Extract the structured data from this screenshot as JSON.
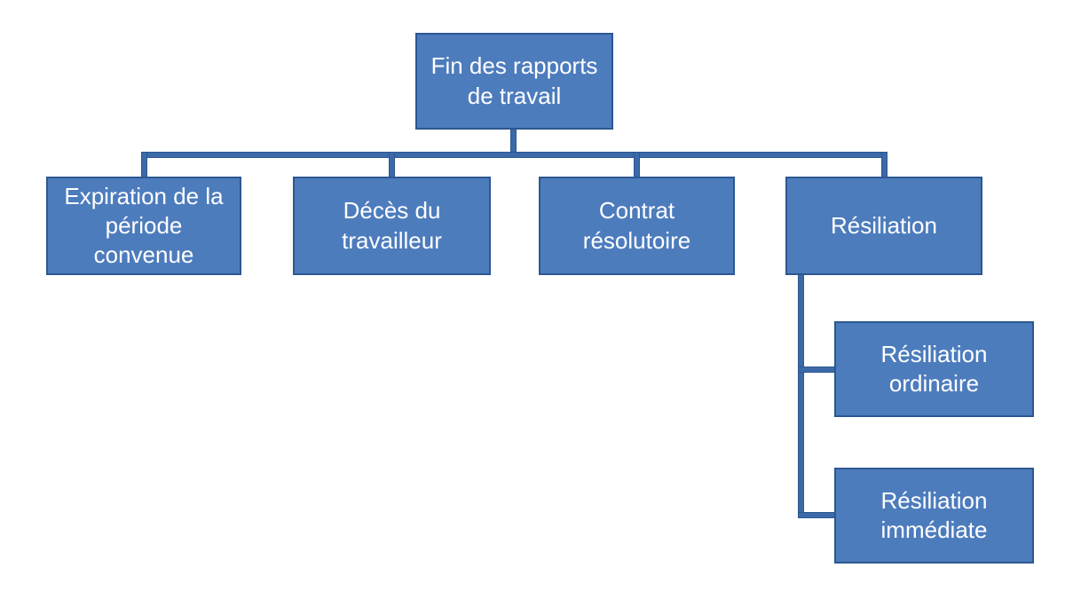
{
  "diagram": {
    "type": "org-chart",
    "language": "fr",
    "root": {
      "label": "Fin des rapports de travail"
    },
    "level1": [
      {
        "label": "Expiration de la période convenue"
      },
      {
        "label": "Décès du travailleur"
      },
      {
        "label": "Contrat résolutoire"
      },
      {
        "label": "Résiliation"
      }
    ],
    "level2_parent": "Résiliation",
    "level2": [
      {
        "label": "Résiliation ordinaire"
      },
      {
        "label": "Résiliation immédiate"
      }
    ]
  },
  "colors": {
    "background": "#ffffff",
    "box_fill": "#4d7cbd",
    "box_border": "#2c5791",
    "connector": "#3b6aa8",
    "connector_edge": "#2c5791",
    "text": "#ffffff"
  }
}
